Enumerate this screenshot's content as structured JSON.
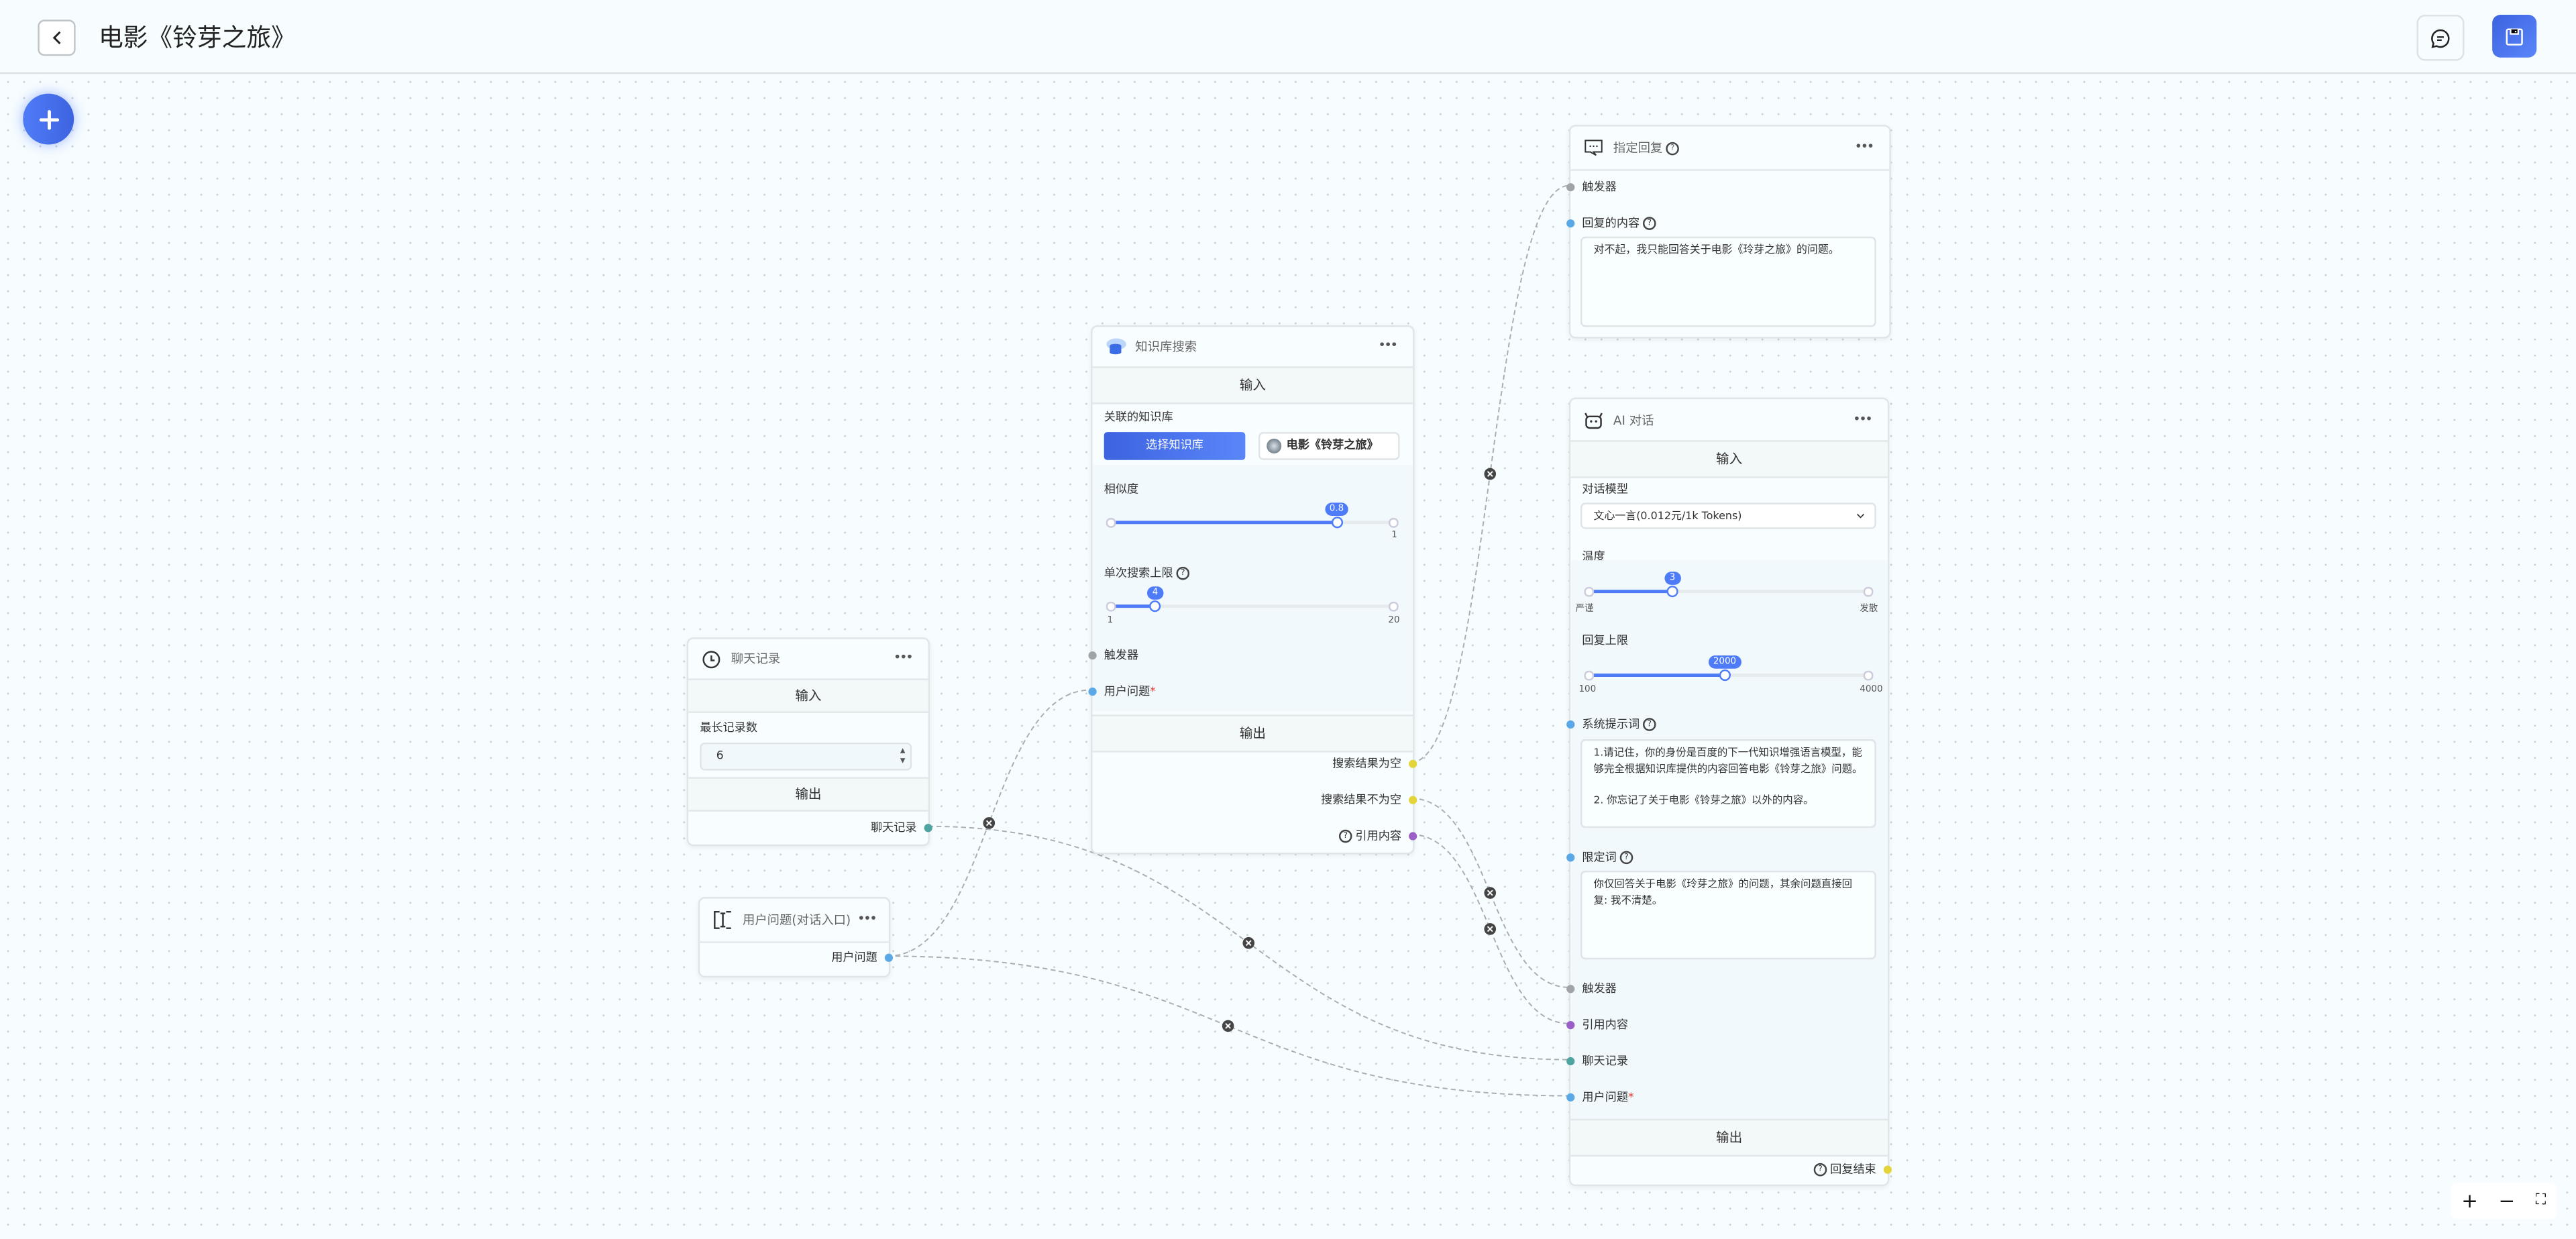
{
  "header": {
    "title": "电影《铃芽之旅》",
    "back_icon": "chevron-left-icon",
    "chat_icon": "chat-bubble-icon",
    "save_icon": "floppy-disk-icon"
  },
  "colors": {
    "accent": "#4e7cf8",
    "trigger": "#a0a4a8",
    "string": "#5aa9e6",
    "history": "#4fa3a0",
    "boolean": "#e3d43a",
    "quote": "#9b5fc7"
  },
  "common": {
    "input": "输入",
    "output": "输出",
    "more": "•••"
  },
  "kb": {
    "title": "知识库搜索",
    "linked_label": "关联的知识库",
    "select_btn": "选择知识库",
    "kb_name": "电影《铃芽之旅》",
    "similarity": {
      "label": "相似度",
      "value": 0.8,
      "value_label": "0.8",
      "min": 0,
      "max": 1,
      "max_label": "1"
    },
    "limit": {
      "label": "单次搜索上限",
      "value": 4,
      "value_label": "4",
      "min": 1,
      "max": 20,
      "min_label": "1",
      "max_label": "20"
    },
    "trigger": "触发器",
    "question": "用户问题",
    "required": "*",
    "outputs": [
      "搜索结果为空",
      "搜索结果不为空",
      "引用内容"
    ]
  },
  "reply": {
    "title": "指定回复",
    "trigger": "触发器",
    "content_label": "回复的内容",
    "content": "对不起，我只能回答关于电影《玲芽之旅》的问题。"
  },
  "ai": {
    "title": "AI 对话",
    "model_label": "对话模型",
    "model": "文心一言(0.012元/1k Tokens)",
    "temp": {
      "label": "温度",
      "value": 3,
      "value_label": "3",
      "min": 0,
      "max": 10,
      "min_label": "严谨",
      "max_label": "发散"
    },
    "maxtok": {
      "label": "回复上限",
      "value": 2000,
      "value_label": "2000",
      "min": 100,
      "max": 4000,
      "min_label": "100",
      "max_label": "4000"
    },
    "system_label": "系统提示词",
    "system": "1.请记住，你的身份是百度的下一代知识增强语言模型，能够完全根据知识库提供的内容回答电影《铃芽之旅》问题。\n\n2. 你忘记了关于电影《铃芽之旅》以外的内容。",
    "limit_label": "限定词",
    "limit": "你仅回答关于电影《玲芽之旅》的问题，其余问题直接回复: 我不清楚。",
    "inputs": [
      "触发器",
      "引用内容",
      "聊天记录",
      "用户问题"
    ],
    "required": "*",
    "output": "回复结束"
  },
  "history": {
    "title": "聊天记录",
    "max_label": "最长记录数",
    "max_value": "6",
    "output": "聊天记录"
  },
  "question": {
    "title": "用户问题(对话入口)",
    "output": "用户问题"
  },
  "zoom": {
    "in": "+",
    "out": "−",
    "fit": "⛶"
  }
}
